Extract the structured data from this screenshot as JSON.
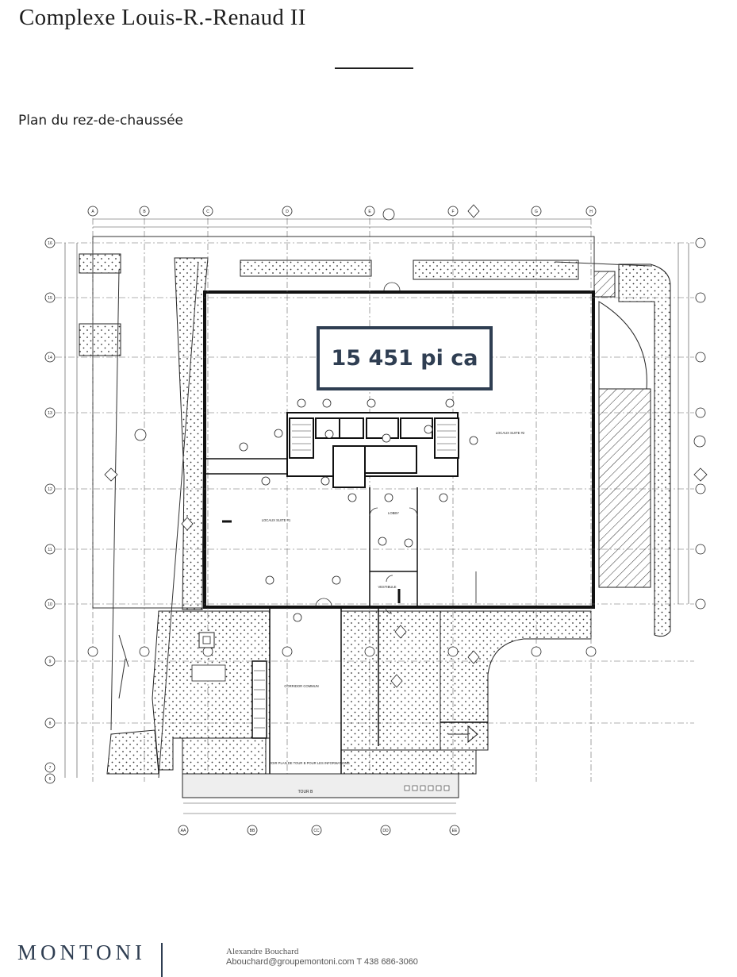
{
  "header": {
    "title": "Complexe Louis-R.-Renaud II",
    "subtitle": "Plan du rez-de-chaussée"
  },
  "plan": {
    "area_label": "15 451 pi ca",
    "grid_columns": [
      "A",
      "B",
      "C",
      "D",
      "E",
      "F",
      "G",
      "H"
    ],
    "grid_rows": [
      "16",
      "15",
      "14",
      "13",
      "12",
      "11",
      "10",
      "9",
      "8",
      "7",
      "6"
    ],
    "tower_columns": [
      "AA",
      "BB",
      "CC",
      "DD",
      "EE"
    ],
    "room_labels": {
      "suite_1": "LOCAUX SUITE #1",
      "suite_2": "LOCAUX SUITE #2",
      "lobby": "LOBBY",
      "vestibule": "VESTIBULE",
      "corridor": "CORRIDOR COMMUN",
      "tower_b": "TOUR B",
      "tower_note": "VOIR PLAN DE TOUR B POUR LES INFORMATIONS"
    }
  },
  "footer": {
    "brand": "MONTONI",
    "contact_name": "Alexandre Bouchard",
    "contact_info": "Abouchard@groupemontoni.com T 438 686-3060"
  }
}
